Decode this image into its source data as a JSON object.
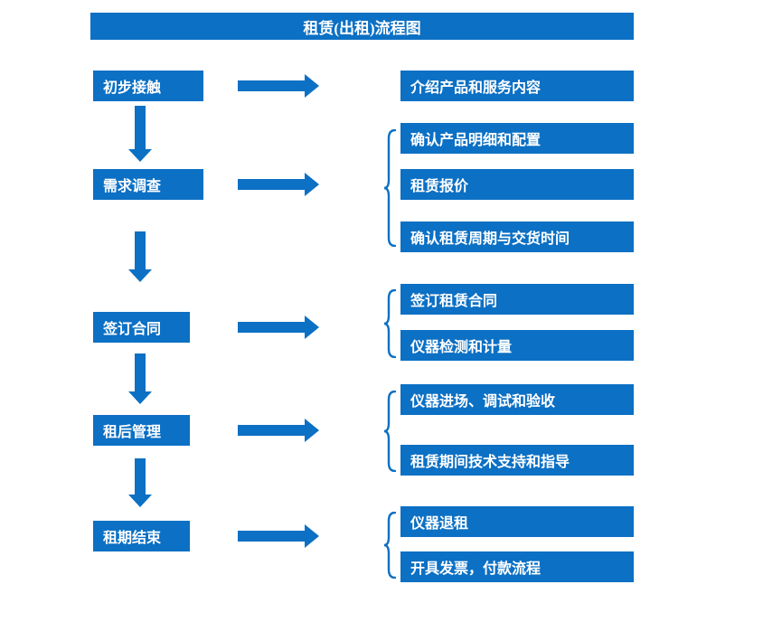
{
  "title": "租赁(出租)流程图",
  "colors": {
    "primary_blue": "#0C70C4",
    "text": "#FFFFFF",
    "background": "#FFFFFF"
  },
  "left_steps": [
    {
      "label": "初步接触"
    },
    {
      "label": "需求调查"
    },
    {
      "label": "签订合同"
    },
    {
      "label": "租后管理"
    },
    {
      "label": "租期结束"
    }
  ],
  "right_groups": [
    {
      "items": [
        {
          "label": "介绍产品和服务内容"
        }
      ]
    },
    {
      "items": [
        {
          "label": "确认产品明细和配置"
        },
        {
          "label": "租赁报价"
        },
        {
          "label": "确认租赁周期与交货时间"
        }
      ]
    },
    {
      "items": [
        {
          "label": "签订租赁合同"
        },
        {
          "label": "仪器检测和计量"
        }
      ]
    },
    {
      "items": [
        {
          "label": "仪器进场、调试和验收"
        },
        {
          "label": "租赁期间技术支持和指导"
        }
      ]
    },
    {
      "items": [
        {
          "label": "仪器退租"
        },
        {
          "label": "开具发票，付款流程"
        }
      ]
    }
  ]
}
